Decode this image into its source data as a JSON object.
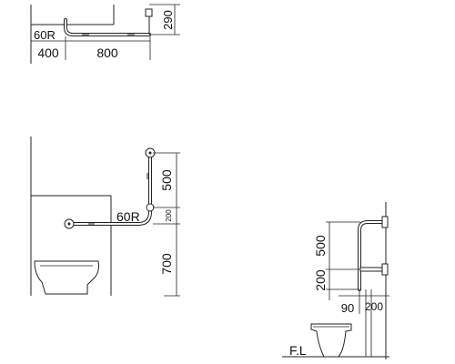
{
  "plan_view": {
    "radius_label": "60R",
    "dim_wall_offset": "400",
    "dim_horizontal_length": "800",
    "dim_depth": "290"
  },
  "front_view": {
    "radius_label": "60R",
    "dim_vertical_length": "500",
    "dim_bend_gap": "200",
    "dim_height_from_floor": "700"
  },
  "side_view": {
    "dim_vertical_length": "500",
    "dim_lower_section": "200",
    "dim_wall_offset": "90",
    "dim_bracket_width": "200",
    "floor_label": "F.L"
  }
}
